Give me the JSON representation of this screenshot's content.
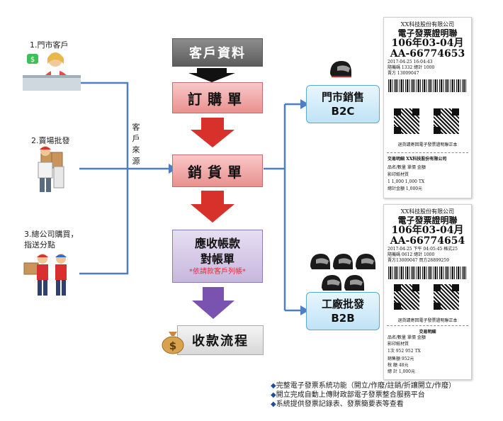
{
  "sources": [
    {
      "label": "1.門市客戶"
    },
    {
      "label": "2.賣場批發"
    },
    {
      "label": "3.總公司購買，",
      "label2": "指送分點"
    }
  ],
  "source_vertical_label": "客戶來源",
  "flow": {
    "customer_data": "客戶資料",
    "purchase_order": "訂購單",
    "sales_order": "銷貨單",
    "receivable_line1": "應收帳款",
    "receivable_line2": "對帳單",
    "receivable_note": "*依請款客戶列帳*",
    "collection": "收款流程"
  },
  "outputs": {
    "b2c_line1": "門市銷售",
    "b2c_line2": "B2C",
    "b2b_line1": "工廠批發",
    "b2b_line2": "B2B"
  },
  "receipt1": {
    "company": "XX科技股份有限公司",
    "title": "電子發票證明聯",
    "period": "106年03-04月",
    "number": "AA-66774653",
    "line1": "2017-04-25   16:04:43",
    "line2": "隨機碼 1332     總計 1000",
    "line3": "賣方 13009047",
    "footer": "退貨請寄回電子發票證明聯正本",
    "detail_title": "交易明細   XX科技股份有限公司",
    "detail_header": "品名/數量      單價        金額",
    "detail_item": "影印紙材質",
    "detail_row": "1           1,000    1,000 TX",
    "detail_total": "總計金額  1,000元"
  },
  "receipt2": {
    "company": "XX科技股份有限公司",
    "title": "電子發票證明聯",
    "period": "106年03-04月",
    "number": "AA-66774654",
    "line1": "2017-04-25 下午 04:05:45  格式25",
    "line2": "隨機碼 0612     總計 1000",
    "line3": "賣方13009047     買方28899259",
    "footer": "退貨請寄回電子發票證明聯正本",
    "detail_title": "交易明細",
    "detail_header": "品名/數量      單價        金額",
    "detail_item": "影印紙材質",
    "detail_row": "1次             952    952 TX",
    "detail_sub1": "銷售額       952元",
    "detail_sub2": "稅  額        48元",
    "detail_total": "總  計     1,000元"
  },
  "bullets": [
    "完整電子發票系統功能（開立/作廢/註銷/折讓開立/作廢）",
    "開立完成自動上傳財政部電子發票整合服務平台",
    "系統提供發票記錄表、發票簡要表等查看"
  ],
  "colors": {
    "arrow_red": "#d8302a",
    "arrow_purple": "#7a52b0",
    "arrow_black": "#111111",
    "connector_blue": "#4f7fc2",
    "diamond_blue": "#1f4e9c"
  },
  "icons": {
    "cashier": "cashier-person-icon",
    "delivery": "delivery-person-icon",
    "courier": "courier-people-icon",
    "money_bag": "money-bag-icon",
    "helmet": "helmet-icon"
  }
}
